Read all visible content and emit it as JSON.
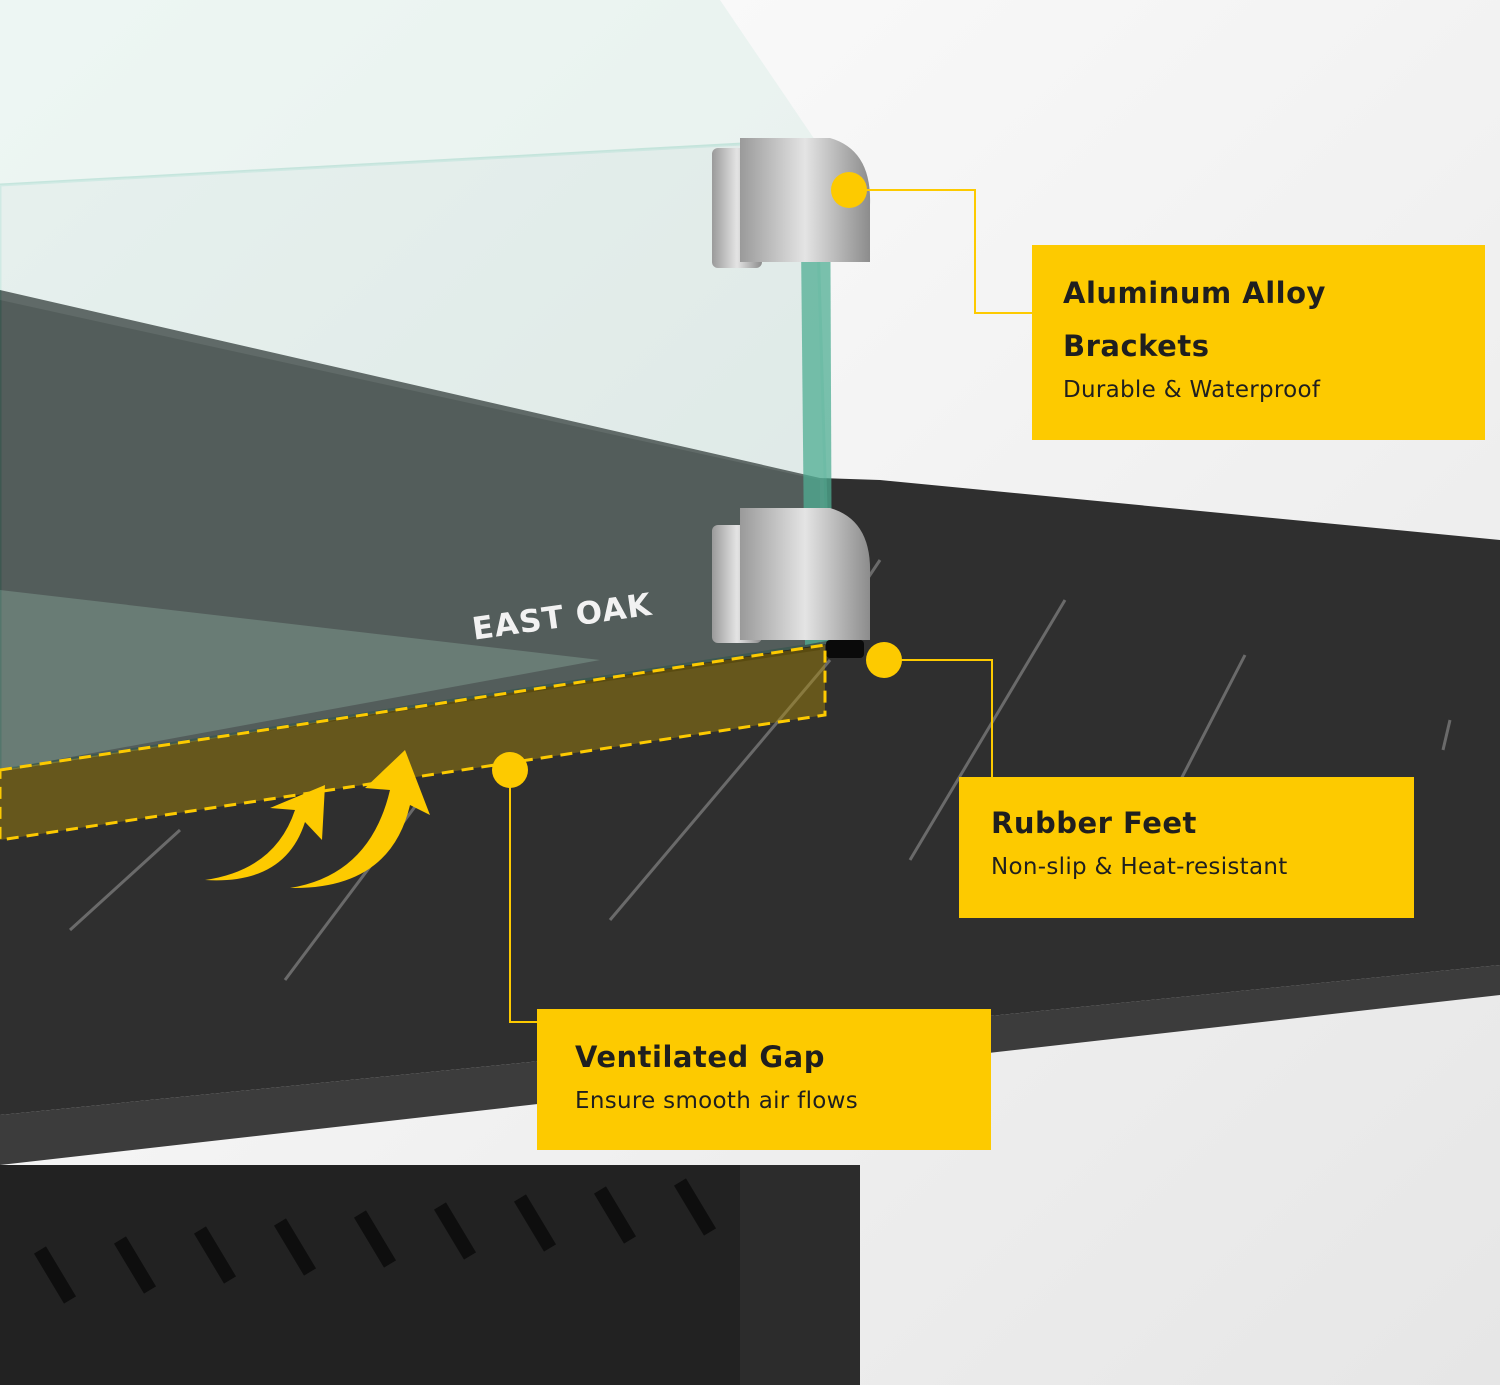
{
  "brand_label": "EAST OAK",
  "callouts": {
    "brackets": {
      "title_line1": "Aluminum Alloy",
      "title_line2": "Brackets",
      "subtitle": "Durable & Waterproof"
    },
    "feet": {
      "title": "Rubber Feet",
      "subtitle": "Non-slip & Heat-resistant"
    },
    "gap": {
      "title": "Ventilated Gap",
      "subtitle": "Ensure smooth air flows"
    }
  },
  "colors": {
    "accent": "#fdca00",
    "table": "#2e2e2e",
    "background": "#f3f3f3"
  }
}
